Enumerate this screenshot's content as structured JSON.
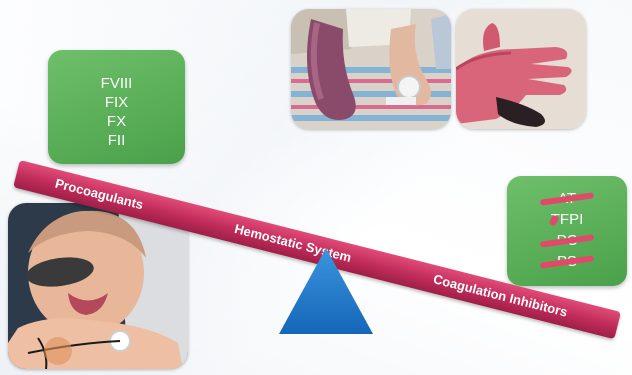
{
  "procoagulants": {
    "factors": [
      "FVIII",
      "FIX",
      "FX",
      "FII"
    ]
  },
  "inhibitors": {
    "items": [
      "AT",
      "TFPI",
      "PC",
      "PS"
    ]
  },
  "beam": {
    "left_label": "Procoagulants",
    "center_label": "Hemostatic System",
    "right_label": "Coagulation Inhibitors"
  },
  "colors": {
    "beam": "#c02c5a",
    "box": "#4aa14a",
    "fulcrum": "#1f78c8",
    "strike": "#e04a6a"
  }
}
